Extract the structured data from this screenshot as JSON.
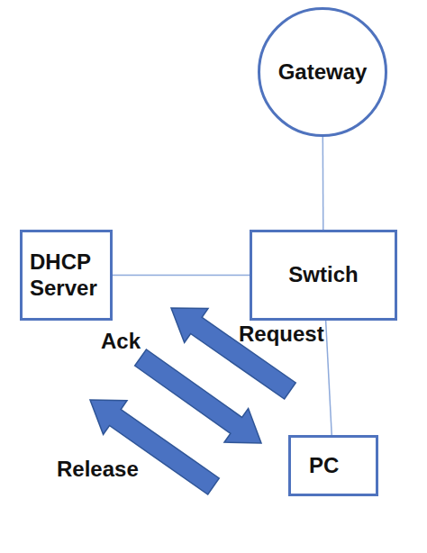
{
  "diagram": {
    "nodes": [
      {
        "text": [
          "Gateway"
        ]
      },
      {
        "text": [
          "DHCP Server"
        ]
      },
      {
        "text": [
          "Swtich"
        ]
      },
      {
        "text": [
          "PC"
        ]
      }
    ],
    "edges": [
      {
        "from": 0,
        "to": 2,
        "arrow": "none"
      },
      {
        "from": 1,
        "to": 2,
        "arrow": "none"
      },
      {
        "from": 2,
        "to": 3,
        "arrow": "none"
      }
    ],
    "labels": [
      "Request",
      "Ack",
      "Release"
    ]
  }
}
